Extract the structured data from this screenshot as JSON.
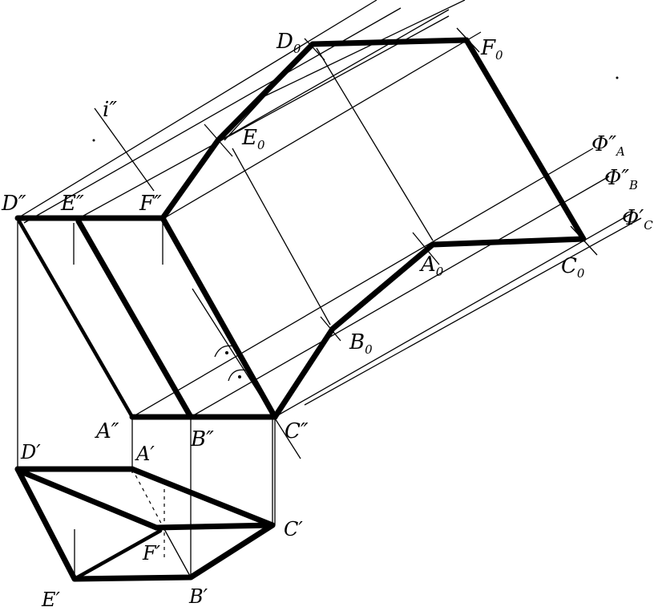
{
  "labels": {
    "i2": "i″",
    "D2": "D″",
    "E2": "E″",
    "F2": "F″",
    "A2": "A″",
    "B2": "B″",
    "C2": "C″",
    "D0": "D",
    "D0_sub": "0",
    "F0": "F",
    "F0_sub": "0",
    "E0": "E",
    "E0_sub": "0",
    "A0": "A",
    "A0_sub": "0",
    "B0": "B",
    "B0_sub": "0",
    "C0": "C",
    "C0_sub": "0",
    "PhiA": "Φ″",
    "PhiA_sub": "A",
    "PhiB": "Φ″",
    "PhiB_sub": "B",
    "PhiC": "Φ′",
    "PhiC_sub": "C",
    "D1": "D′",
    "A1": "A′",
    "C1": "C′",
    "F1": "F′",
    "E1": "E′",
    "B1": "B′"
  },
  "colors": {
    "ink": "#000000",
    "paper": "#ffffff"
  }
}
